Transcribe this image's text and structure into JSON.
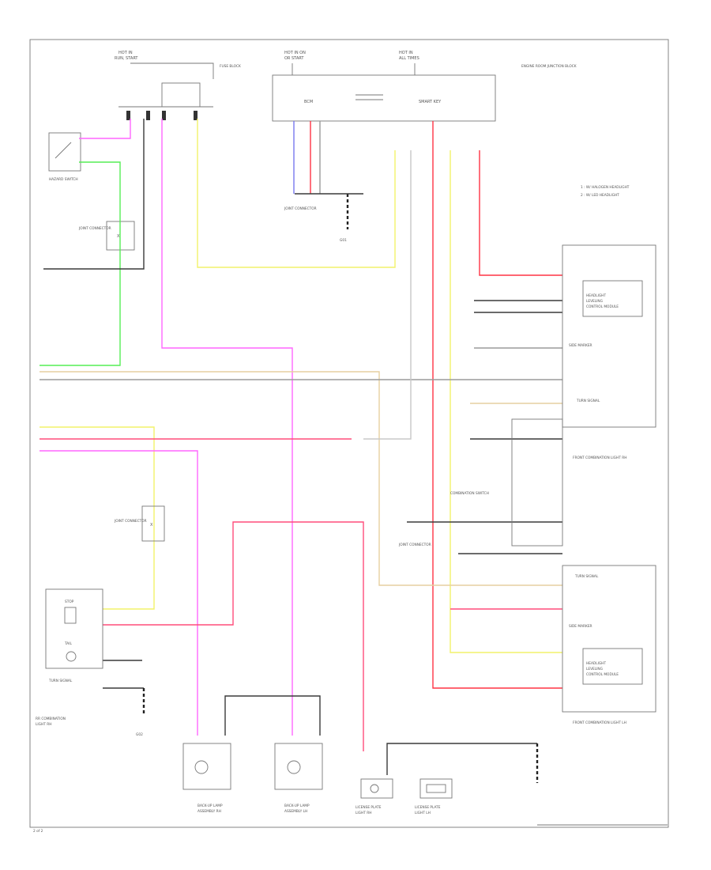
{
  "diagram": {
    "labels": {
      "hot_in_run_left_1": "HOT IN",
      "hot_in_run_left_2": "RUN, START",
      "hot_at_all_times_1": "HOT IN ON",
      "hot_at_all_times_2": "OR START",
      "hot_right_1": "HOT IN",
      "hot_right_2": "ALL TIMES",
      "fuse_block_note": "FUSE BLOCK",
      "bcm_label": "BCM",
      "smart_key_label": "SMART KEY",
      "left_side_note": "HAZARD SWITCH",
      "engine_room_junction": "ENGINE ROOM JUNCTION BLOCK",
      "legend_1": "1 : W/ HALOGEN HEADLIGHT",
      "legend_2": "2 : W/ LED HEADLIGHT",
      "combination_switch": "COMBINATION SWITCH",
      "ground_1": "G01",
      "ground_2": "G02",
      "joint_connector_1": "JOINT CONNECTOR",
      "joint_connector_2": "JOINT CONNECTOR",
      "joint_connector_3": "JOINT CONNECTOR",
      "side_marker_top": "SIDE MARKER",
      "turn_signal_top": "TURN SIGNAL",
      "front_combo_rh": "FRONT COMBINATION LIGHT RH",
      "turn_signal_mid": "TURN SIGNAL",
      "side_marker_mid": "SIDE MARKER",
      "front_combo_lh": "FRONT COMBINATION LIGHT LH",
      "headlight_ctrl_1": "HEADLIGHT",
      "headlight_ctrl_2": "LEVELING",
      "headlight_ctrl_3": "CONTROL MODULE",
      "rear_combo_1": "RR COMBINATION",
      "rear_combo_2": "LIGHT RH",
      "rear_stop": "STOP",
      "rear_tail": "TAIL",
      "rear_turn": "TURN SIGNAL",
      "backup_rh_1": "BACK-UP LAMP",
      "backup_rh_2": "ASSEMBLY RH",
      "backup_lh_1": "BACK-UP LAMP",
      "backup_lh_2": "ASSEMBLY LH",
      "license_rh_1": "LICENSE PLATE",
      "license_rh_2": "LIGHT RH",
      "license_lh_1": "LICENSE PLATE",
      "license_lh_2": "LIGHT LH",
      "page_id": "2 of 2"
    }
  }
}
